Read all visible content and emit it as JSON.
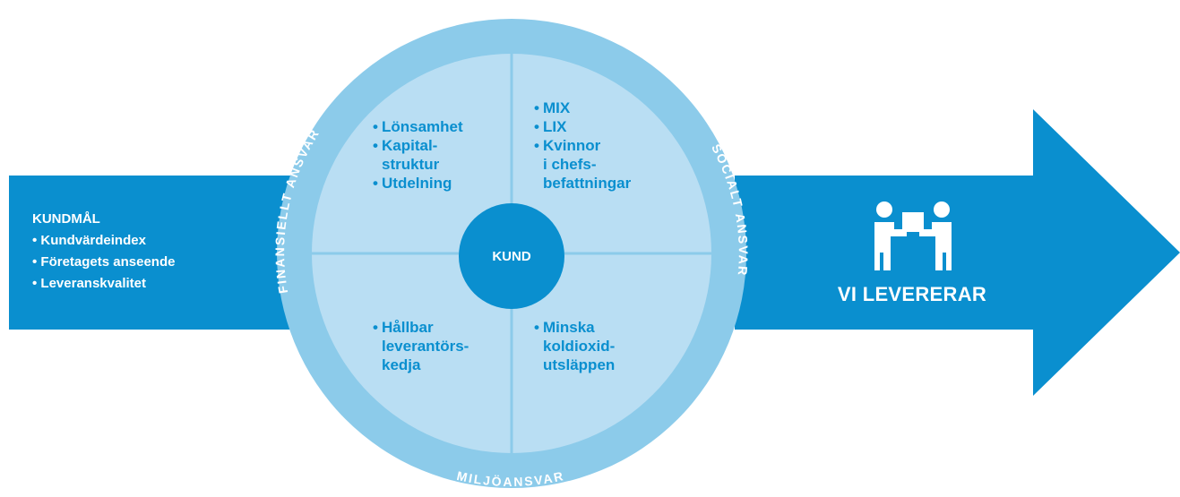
{
  "customer_goals": {
    "title": "KUNDMÅL",
    "items": [
      "Kundvärdeindex",
      "Företagets anseende",
      "Leveranskvalitet"
    ]
  },
  "ring_labels": {
    "left": "FINANSIELLT ANSVAR",
    "right": "SOCIALT ANSVAR",
    "bottom": "MILJÖANSVAR"
  },
  "quadrants": {
    "top_left": [
      "Lönsamhet",
      "Kapital-\nstruktur",
      "Utdelning"
    ],
    "top_right": [
      "MIX",
      "LIX",
      "Kvinnor\ni chefs-\nbefattningar"
    ],
    "bottom_left": [
      "Hållbar\nleverantörs-\nkedja"
    ],
    "bottom_right": [
      "Minska\nkoldioxid-\nutsläppen"
    ]
  },
  "center_label": "KUND",
  "deliver_label": "VI LEVERERAR",
  "colors": {
    "arrow": "#0a8fcf",
    "outer_ring": "#8ccbea",
    "inner_circle": "#b9def3",
    "center": "#0a8fcf",
    "quadrant_text": "#0a8fcf"
  },
  "icons": [
    "people-delivering-package-icon"
  ]
}
